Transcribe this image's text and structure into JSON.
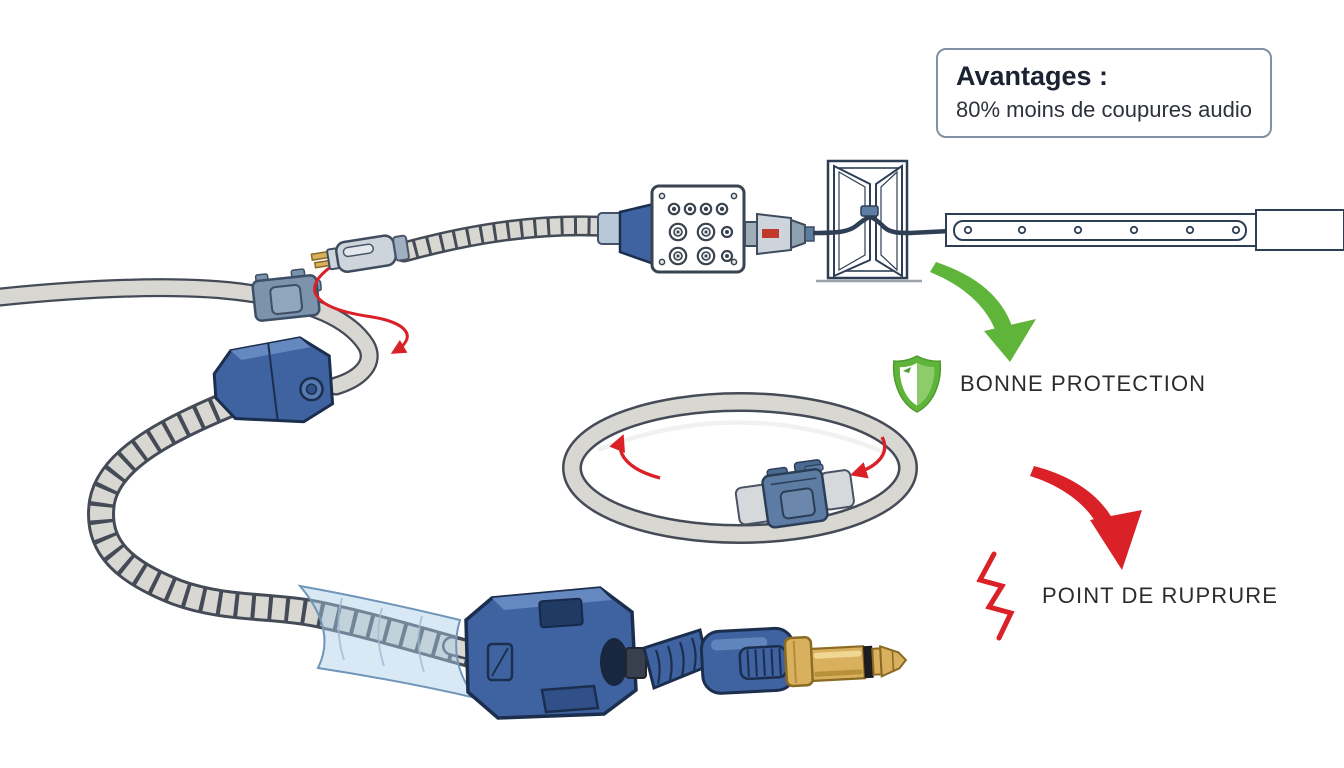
{
  "advantages_box": {
    "title": "Avantages :",
    "subtitle": "80% moins de coupures audio"
  },
  "protection_label": {
    "text": "BONNE PROTECTION",
    "icon": "shield-check-icon"
  },
  "rupture_label": {
    "text": "POINT DE RUPRURE",
    "icon": "break-point-zigzag-icon"
  },
  "icons": {
    "shield": "shield-check-icon",
    "good_direction_arrow": "green-curved-arrow-down-icon",
    "failure_arrow": "red-curved-arrow-down-icon",
    "break_zigzag": "break-point-zigzag-icon",
    "loop_rotation": "red-rotation-arc-icons",
    "guide_arrow": "red-curved-guide-arrow-icon"
  },
  "colors": {
    "green": "#5fb53a",
    "red": "#da2127",
    "navy": "#2e3e55",
    "connector_blue": "#3e63a0",
    "cable_gray": "#d8d7d2",
    "outline": "#454b56",
    "gold": "#d9b15e",
    "text": "#2a2c2f",
    "box_border": "#8290a6"
  }
}
